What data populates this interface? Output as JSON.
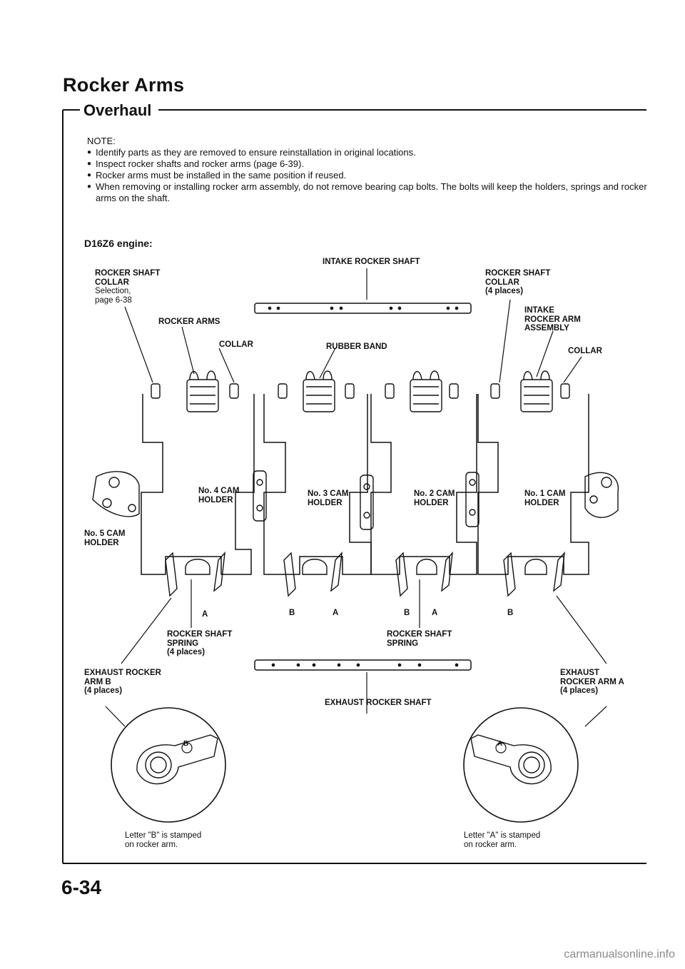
{
  "header": {
    "title": "Rocker Arms",
    "subtitle": "Overhaul"
  },
  "notes": {
    "heading": "NOTE:",
    "items": [
      "Identify parts as they are removed to ensure reinstallation in original locations.",
      "Inspect rocker shafts and rocker arms (page 6-39).",
      "Rocker arms must be installed in the same position if reused.",
      "When removing or installing rocker arm assembly, do not remove bearing cap bolts. The bolts will keep the holders, springs and rocker arms on the shaft."
    ]
  },
  "engine_label": "D16Z6 engine:",
  "diagram": {
    "intake_shaft": "INTAKE ROCKER SHAFT",
    "collar_left_1": "ROCKER SHAFT",
    "collar_left_2": "COLLAR",
    "collar_left_3": "Selection,",
    "collar_left_4": "page 6-38",
    "collar_right_1": "ROCKER SHAFT",
    "collar_right_2": "COLLAR",
    "collar_right_3": "(4 places)",
    "rocker_arms": "ROCKER ARMS",
    "collar_a": "COLLAR",
    "rubber_band": "RUBBER BAND",
    "intake_arm_1": "INTAKE",
    "intake_arm_2": "ROCKER ARM",
    "intake_arm_3": "ASSEMBLY",
    "collar_b": "COLLAR",
    "cam4_1": "No. 4 CAM",
    "cam4_2": "HOLDER",
    "cam3_1": "No. 3 CAM",
    "cam3_2": "HOLDER",
    "cam2_1": "No. 2 CAM",
    "cam2_2": "HOLDER",
    "cam1_1": "No. 1 CAM",
    "cam1_2": "HOLDER",
    "cam5_1": "No. 5 CAM",
    "cam5_2": "HOLDER",
    "letter_a": "A",
    "letter_b": "B",
    "spring_l1": "ROCKER SHAFT",
    "spring_l2": "SPRING",
    "spring_l3": "(4 places)",
    "spring_r1": "ROCKER SHAFT",
    "spring_r2": "SPRING",
    "exh_b_1": "EXHAUST ROCKER",
    "exh_b_2": "ARM B",
    "exh_b_3": "(4 places)",
    "exh_a_1": "EXHAUST",
    "exh_a_2": "ROCKER ARM A",
    "exh_a_3": "(4 places)",
    "exhaust_shaft": "EXHAUST ROCKER SHAFT",
    "stamp_b_1": "Letter \"B\" is stamped",
    "stamp_b_2": "on rocker arm.",
    "stamp_a_1": "Letter \"A\" is stamped",
    "stamp_a_2": "on rocker arm.",
    "circle_letter_b": "B",
    "circle_letter_a": "A"
  },
  "page_number": "6-34",
  "watermark": "carmanualsonline.info"
}
